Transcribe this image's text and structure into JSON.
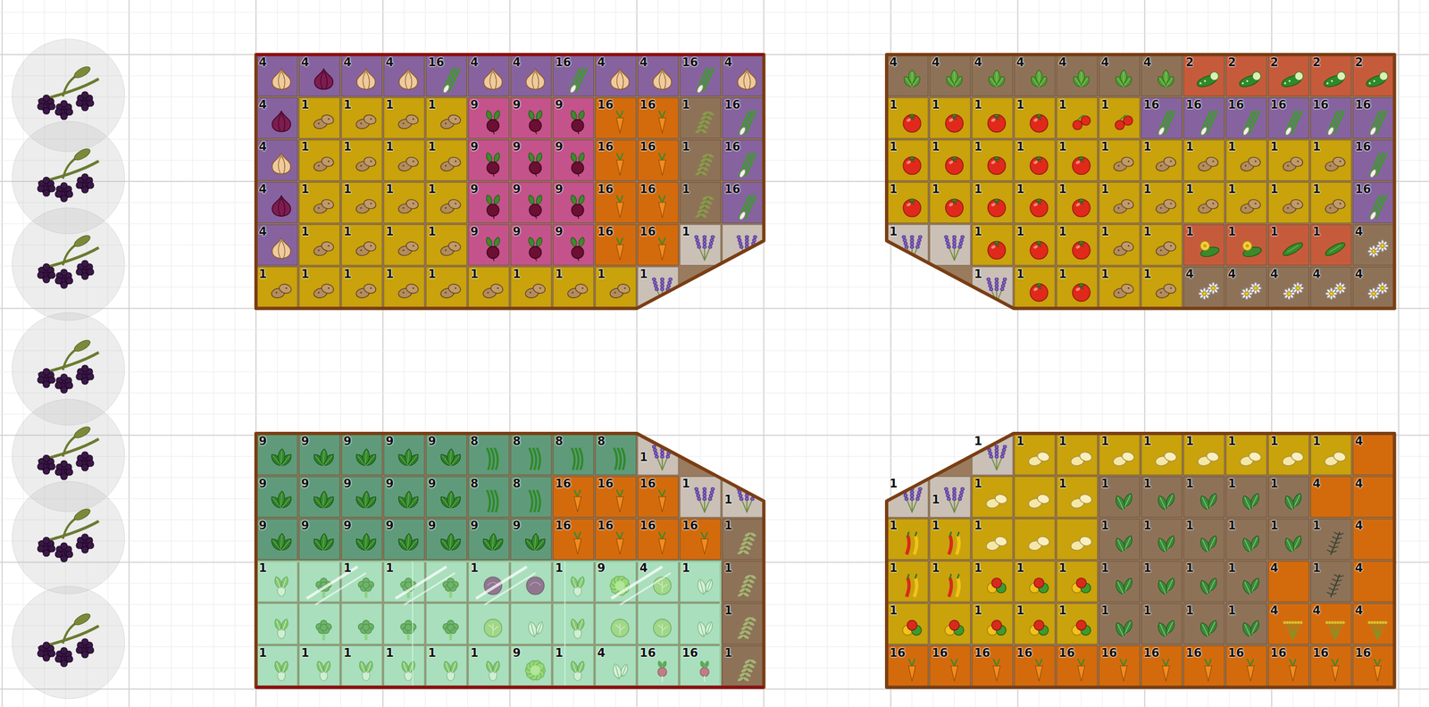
{
  "diagram": {
    "labels": [
      "4",
      "4",
      "4",
      "4",
      "16",
      "4",
      "4",
      "16",
      "4",
      "4",
      "16",
      "4",
      "4",
      "1",
      "1",
      "1",
      "1",
      "9",
      "9",
      "9",
      "16",
      "16",
      "1",
      "16",
      "4",
      "1",
      "1",
      "1",
      "1",
      "9",
      "9",
      "9",
      "16",
      "16",
      "1",
      "16",
      "4",
      "1",
      "1",
      "1",
      "1",
      "9",
      "9",
      "9",
      "16",
      "16",
      "1",
      "16",
      "4",
      "1",
      "1",
      "1",
      "1",
      "9",
      "9",
      "9",
      "16",
      "16",
      "1",
      "1",
      "1",
      "1",
      "1",
      "1",
      "1",
      "1",
      "1",
      "1",
      "1",
      "4",
      "4",
      "4",
      "4",
      "4",
      "4",
      "4",
      "2",
      "2",
      "2",
      "2",
      "2",
      "1",
      "1",
      "1",
      "1",
      "1",
      "1",
      "16",
      "16",
      "16",
      "16",
      "16",
      "16",
      "1",
      "1",
      "1",
      "1",
      "1",
      "1",
      "1",
      "1",
      "1",
      "1",
      "1",
      "16",
      "1",
      "1",
      "1",
      "1",
      "1",
      "1",
      "1",
      "1",
      "1",
      "1",
      "1",
      "16",
      "1",
      "1",
      "1",
      "1",
      "1",
      "1",
      "1",
      "1",
      "1",
      "1",
      "4",
      "1",
      "1",
      "1",
      "1",
      "1",
      "4",
      "4",
      "4",
      "4",
      "4",
      "9",
      "9",
      "9",
      "9",
      "9",
      "8",
      "8",
      "8",
      "8",
      "1",
      "9",
      "9",
      "9",
      "9",
      "9",
      "8",
      "8",
      "16",
      "16",
      "16",
      "1",
      "1",
      "9",
      "9",
      "9",
      "9",
      "9",
      "9",
      "9",
      "16",
      "16",
      "16",
      "16",
      "1",
      "1",
      "1",
      "1",
      "1",
      "1",
      "9",
      "4",
      "1",
      "1",
      "1",
      "1",
      "1",
      "1",
      "1",
      "1",
      "1",
      "9",
      "1",
      "4",
      "16",
      "16",
      "1",
      "1",
      "1",
      "1",
      "1",
      "1",
      "1",
      "1",
      "1",
      "1",
      "4",
      "1",
      "1",
      "1",
      "1",
      "1",
      "1",
      "1",
      "1",
      "1",
      "4",
      "4",
      "1",
      "1",
      "1",
      "1",
      "1",
      "1",
      "1",
      "1",
      "1",
      "4",
      "1",
      "1",
      "1",
      "1",
      "1",
      "1",
      "1",
      "1",
      "1",
      "4",
      "1",
      "4",
      "1",
      "1",
      "1",
      "1",
      "1",
      "1",
      "1",
      "1",
      "4",
      "4",
      "4",
      "16",
      "16",
      "16",
      "16",
      "16",
      "16",
      "16",
      "16",
      "16",
      "16",
      "16",
      "16"
    ]
  }
}
